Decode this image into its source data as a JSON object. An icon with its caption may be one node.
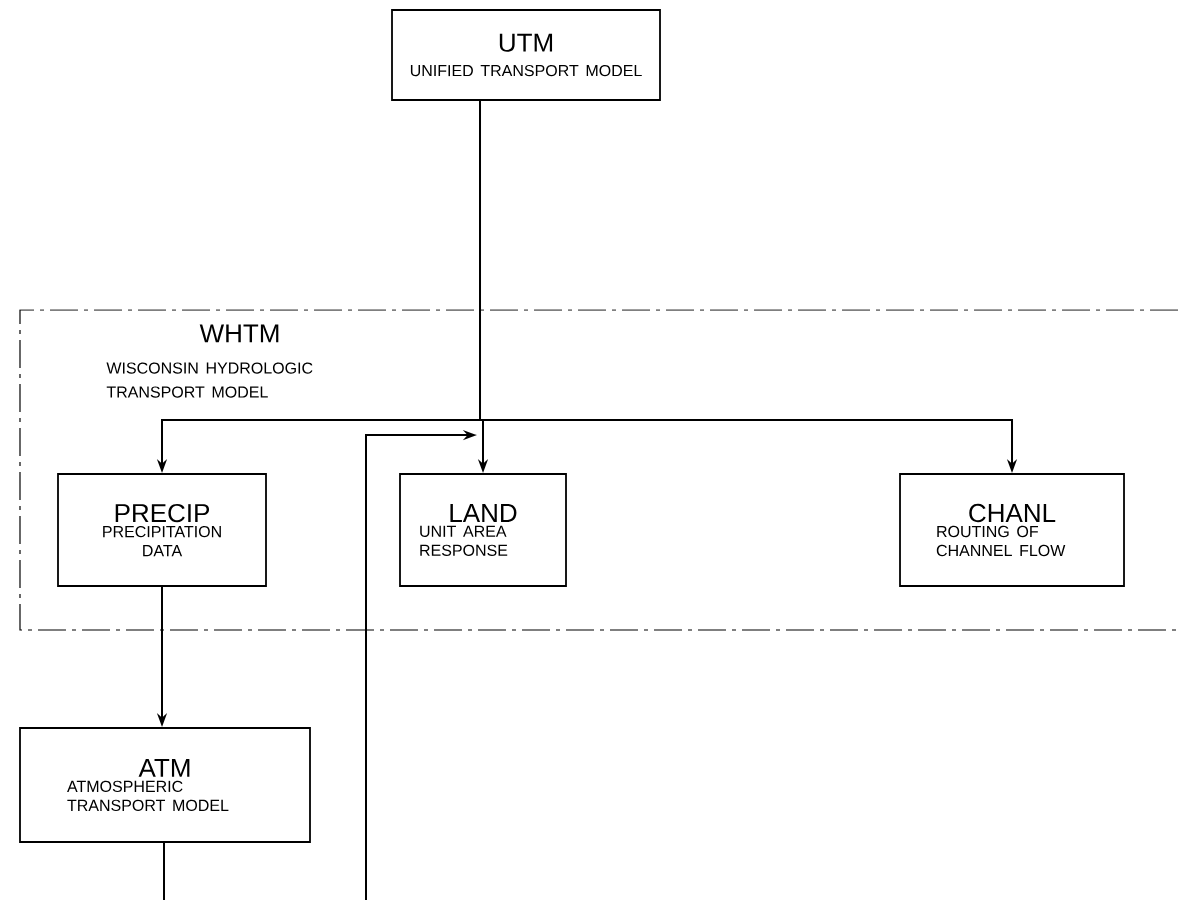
{
  "diagram": {
    "nodes": [
      {
        "text": [
          "UTM",
          "UNIFIED TRANSPORT MODEL"
        ]
      },
      {
        "text": [
          "WHTM",
          "WISCONSIN HYDROLOGIC TRANSPORT MODEL"
        ]
      },
      {
        "text": [
          "PRECIP",
          "PRECIPITATION DATA"
        ],
        "in": 1
      },
      {
        "text": [
          "LAND",
          "UNIT AREA RESPONSE"
        ],
        "in": 1
      },
      {
        "text": [
          "CHANL",
          "ROUTING OF CHANNEL FLOW"
        ],
        "in": 1
      },
      {
        "text": [
          "ATM",
          "ATMOSPHERIC TRANSPORT MODEL"
        ]
      }
    ],
    "edges": [
      {
        "from": 0,
        "to": 2,
        "arrow": "to"
      },
      {
        "from": 0,
        "to": 3,
        "arrow": "to"
      },
      {
        "from": 0,
        "to": 4,
        "arrow": "to"
      },
      {
        "from": 2,
        "to": 5,
        "arrow": "to"
      },
      {
        "from": null,
        "to": 3,
        "arrow": "to"
      },
      {
        "from": 5,
        "to": null,
        "arrow": "none"
      }
    ]
  }
}
